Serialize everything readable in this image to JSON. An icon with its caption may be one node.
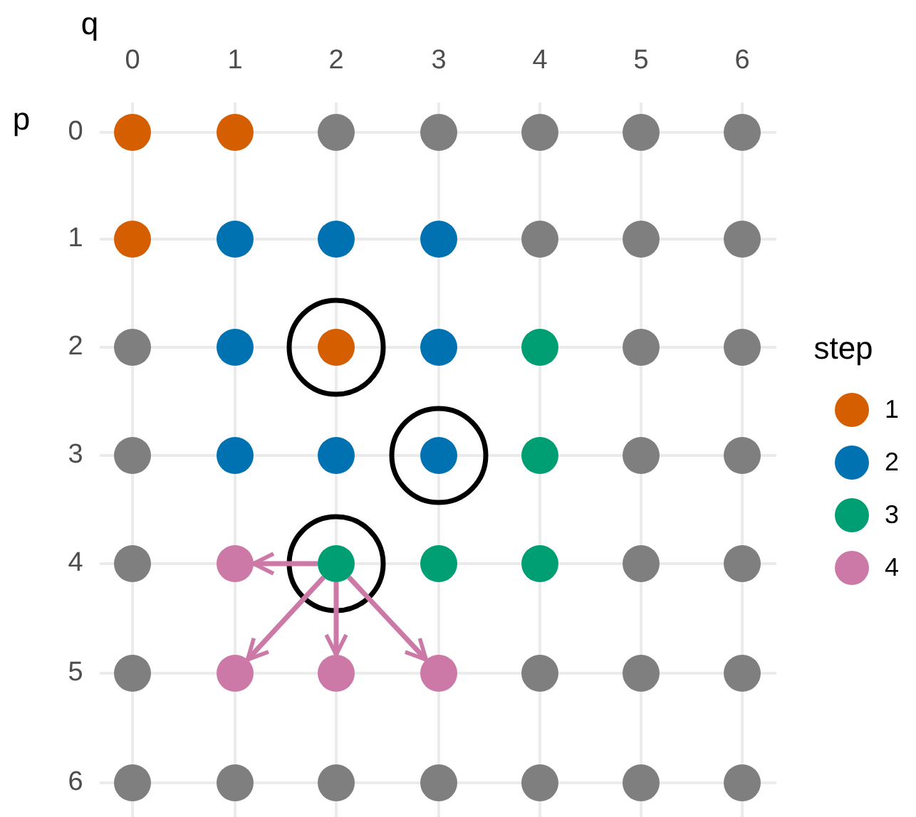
{
  "diagram": {
    "nodes": [
      {
        "text": [],
        "shape": "circle"
      },
      {
        "text": [],
        "shape": "circle"
      },
      {
        "text": [],
        "shape": "circle"
      },
      {
        "text": [],
        "shape": "circle"
      },
      {
        "text": [],
        "shape": "circle"
      },
      {
        "text": [],
        "shape": "circle"
      },
      {
        "text": [],
        "shape": "circle"
      },
      {
        "text": [],
        "shape": "circle"
      },
      {
        "text": [],
        "shape": "circle"
      },
      {
        "text": [],
        "shape": "circle"
      },
      {
        "text": [],
        "shape": "circle"
      },
      {
        "text": [],
        "shape": "circle"
      },
      {
        "text": [],
        "shape": "circle"
      },
      {
        "text": [],
        "shape": "circle"
      },
      {
        "text": [],
        "shape": "circle"
      },
      {
        "text": [],
        "shape": "circle"
      },
      {
        "text": [],
        "shape": "circle"
      },
      {
        "text": [],
        "shape": "circle"
      },
      {
        "text": [],
        "shape": "circle"
      },
      {
        "text": [],
        "shape": "circle"
      },
      {
        "text": [],
        "shape": "circle"
      },
      {
        "text": [],
        "shape": "circle"
      },
      {
        "text": [],
        "shape": "circle"
      },
      {
        "text": [],
        "shape": "circle"
      },
      {
        "text": [],
        "shape": "circle"
      },
      {
        "text": [],
        "shape": "circle"
      },
      {
        "text": [],
        "shape": "circle"
      },
      {
        "text": [],
        "shape": "circle"
      },
      {
        "text": [],
        "shape": "circle"
      },
      {
        "text": [],
        "shape": "circle"
      },
      {
        "text": [],
        "shape": "circle"
      },
      {
        "text": [],
        "shape": "circle"
      },
      {
        "text": [],
        "shape": "circle"
      },
      {
        "text": [],
        "shape": "circle"
      },
      {
        "text": [],
        "shape": "circle"
      },
      {
        "text": [],
        "shape": "circle"
      },
      {
        "text": [],
        "shape": "circle"
      },
      {
        "text": [],
        "shape": "circle"
      },
      {
        "text": [],
        "shape": "circle"
      },
      {
        "text": [],
        "shape": "circle"
      },
      {
        "text": [],
        "shape": "circle"
      },
      {
        "text": [],
        "shape": "circle"
      },
      {
        "text": [],
        "shape": "circle"
      },
      {
        "text": [],
        "shape": "circle"
      },
      {
        "text": [],
        "shape": "circle"
      },
      {
        "text": [],
        "shape": "circle"
      },
      {
        "text": [],
        "shape": "circle"
      },
      {
        "text": [],
        "shape": "circle"
      },
      {
        "text": [],
        "shape": "circle"
      }
    ],
    "edges": [
      {
        "from": 30,
        "to": 29,
        "arrow": "to"
      },
      {
        "from": 30,
        "to": 36,
        "arrow": "to"
      },
      {
        "from": 30,
        "to": 37,
        "arrow": "to"
      },
      {
        "from": 30,
        "to": 38,
        "arrow": "to"
      }
    ],
    "labels": [
      "q",
      "0",
      "1",
      "2",
      "3",
      "4",
      "5",
      "6",
      "p",
      "0",
      "1",
      "2",
      "3",
      "4",
      "5",
      "6",
      "step"
    ],
    "legend": [
      {
        "text": "1",
        "color": "#d55e00"
      },
      {
        "text": "2",
        "color": "#0072b2"
      },
      {
        "text": "3",
        "color": "#009e73"
      },
      {
        "text": "4",
        "color": "#cc79a7"
      }
    ]
  }
}
